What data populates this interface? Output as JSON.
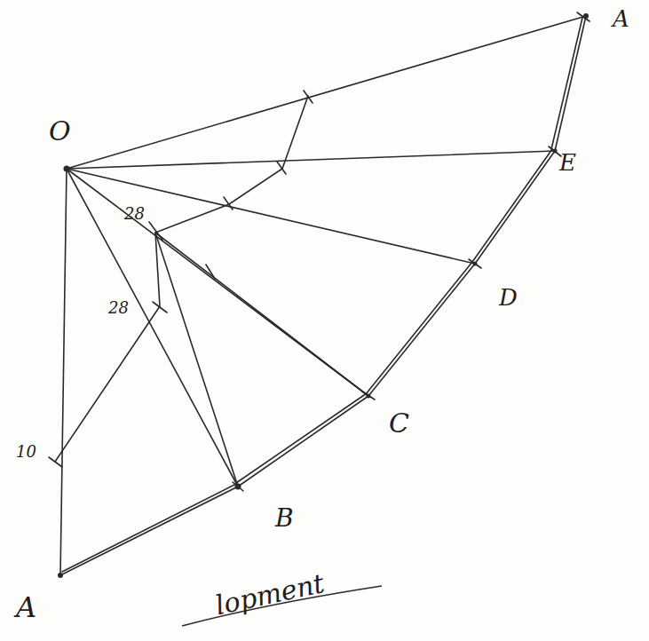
{
  "diagram": {
    "labels": [
      "O",
      "A",
      "E",
      "D",
      "C",
      "B",
      "A",
      "10",
      "28",
      "28",
      "lopment"
    ]
  }
}
